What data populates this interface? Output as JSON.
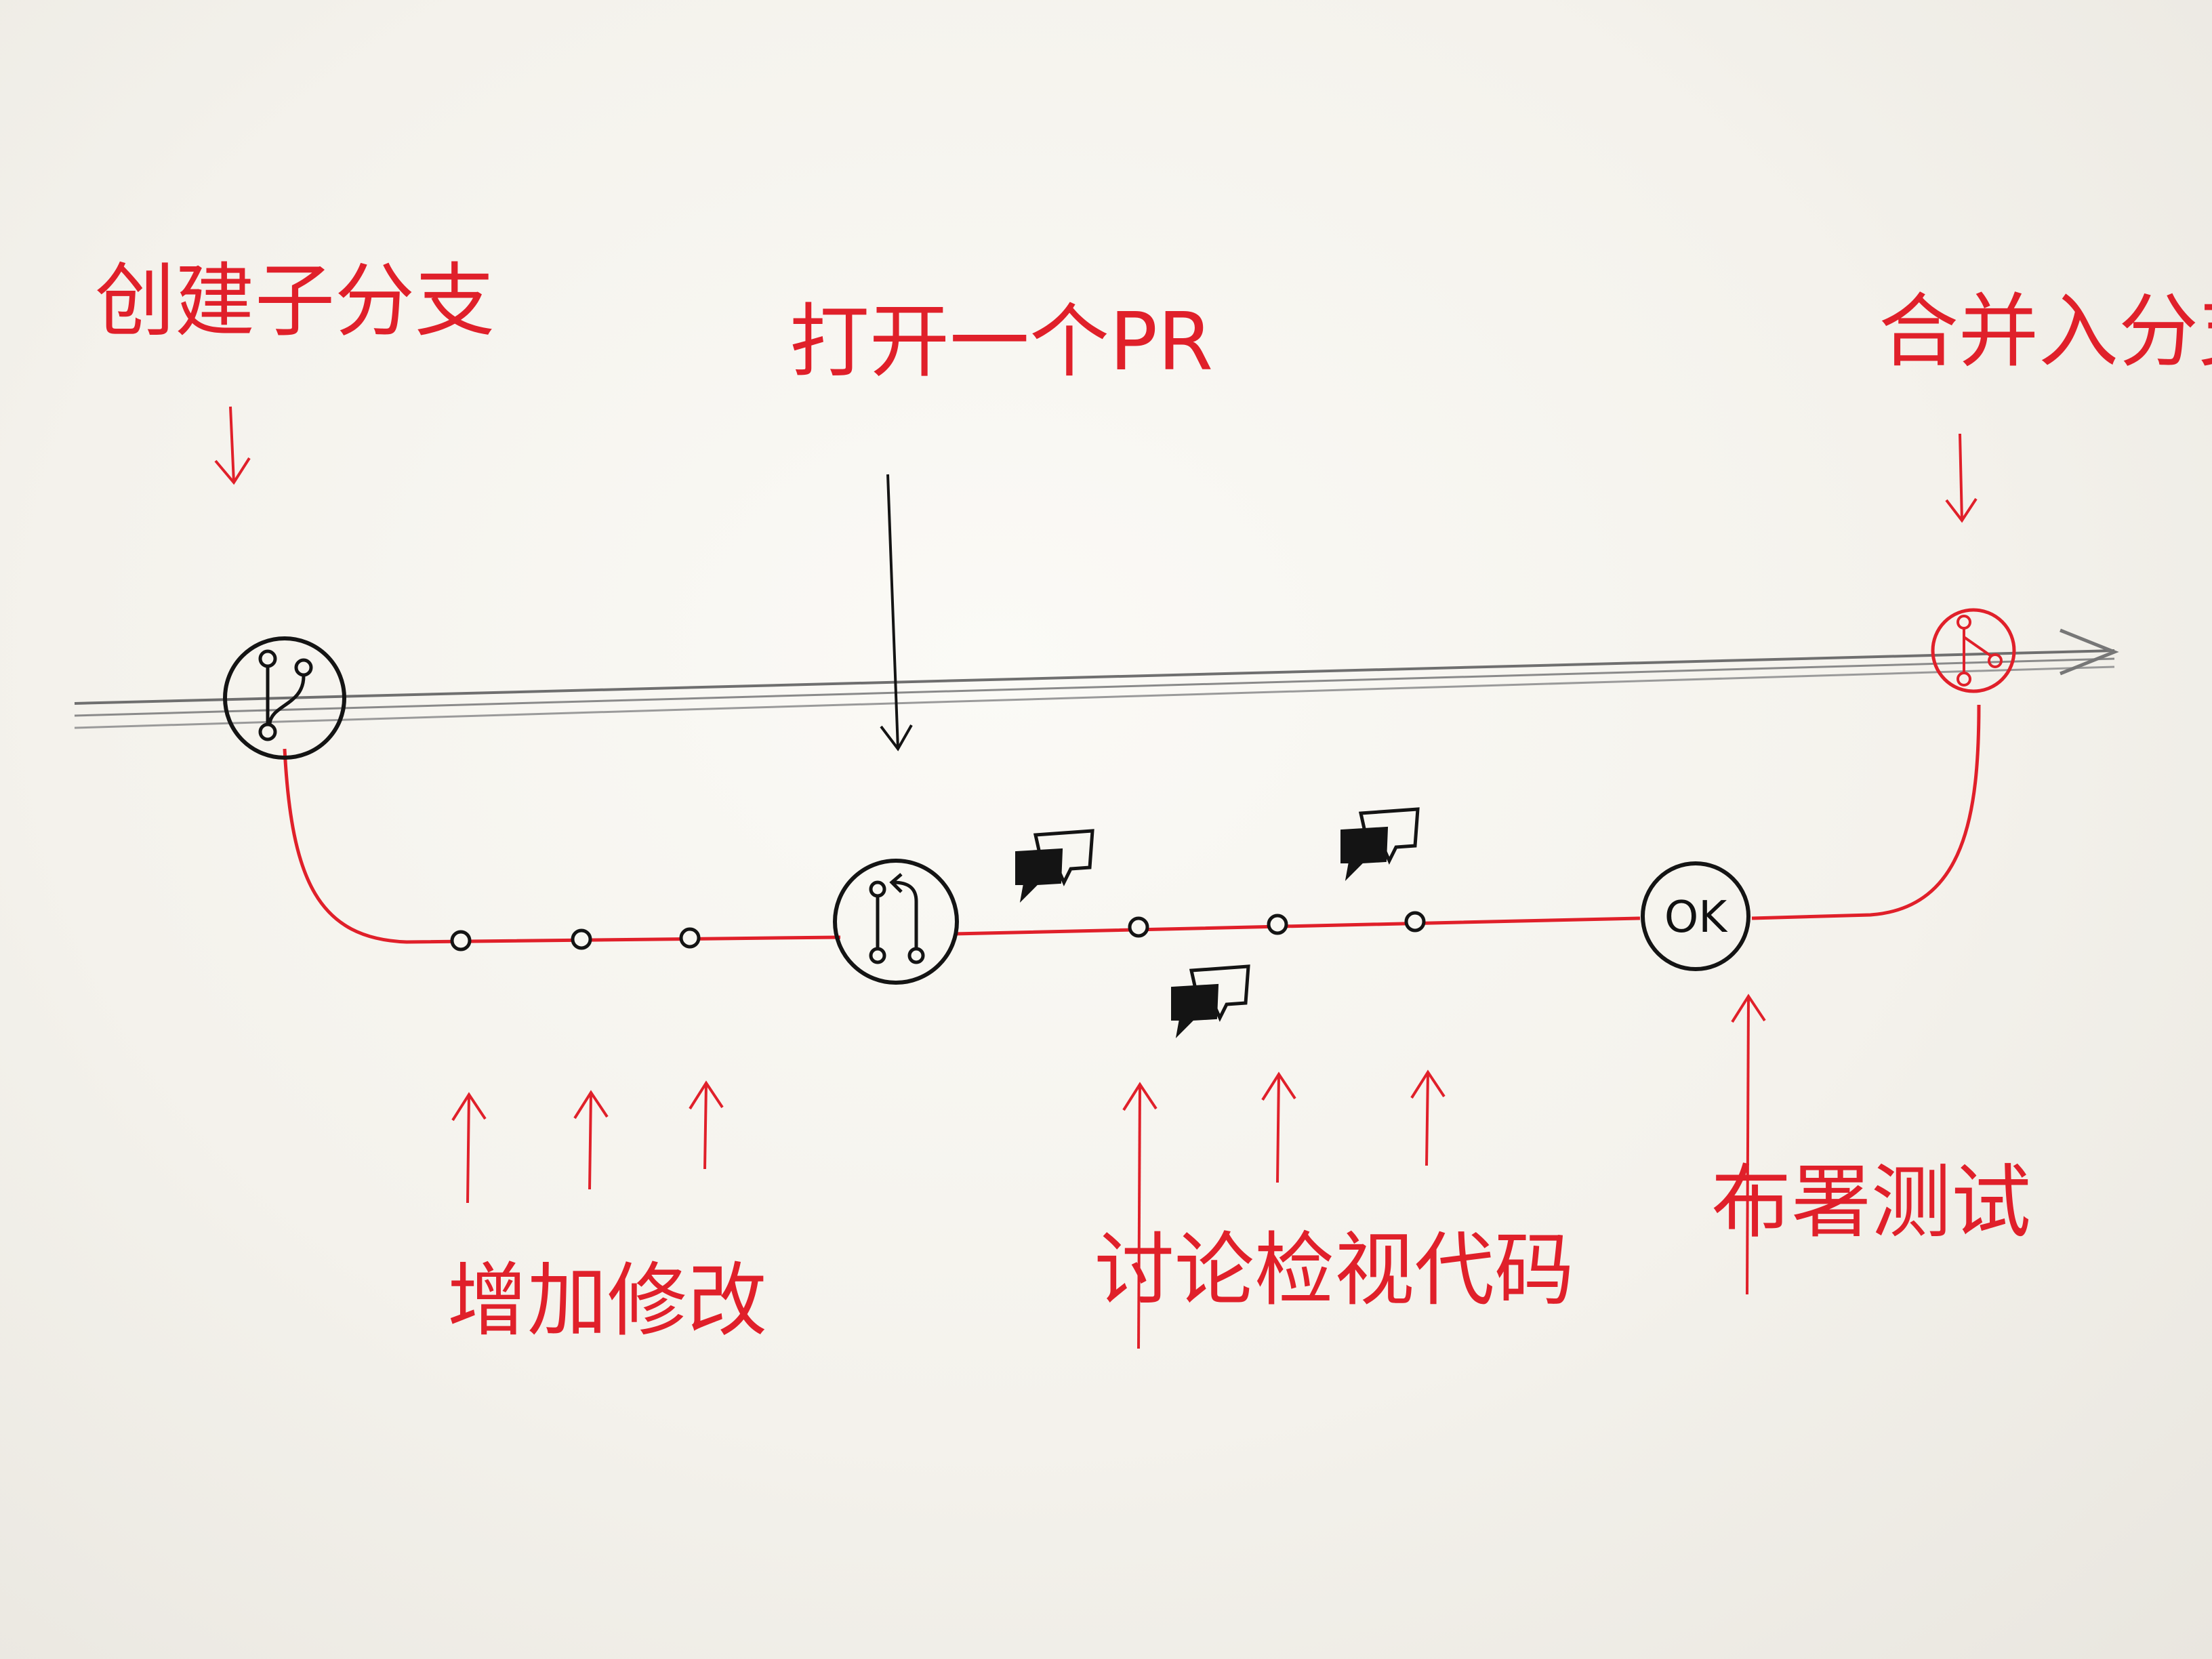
{
  "colors": {
    "ink_red": "#e0202a",
    "ink_black": "#141414",
    "pencil_gray": "#7a7a7a",
    "paper": "#f8f7f2"
  },
  "labels": {
    "create_branch": "创建子分支",
    "open_pr": "打开一个PR",
    "merge_branch": "合并入分支",
    "add_changes": "增加修改",
    "discuss_review": "讨论检视代码",
    "deploy_test": "布署测试"
  },
  "nodes": {
    "create_branch_icon": "branch-icon",
    "open_pr_icon": "pull-request-icon",
    "ok_text": "OK",
    "merge_icon": "merge-icon"
  },
  "commits": {
    "changes_count": 3,
    "review_count": 3
  },
  "comment_bubbles": {
    "count": 3,
    "icon": "comment-bubble-icon"
  }
}
